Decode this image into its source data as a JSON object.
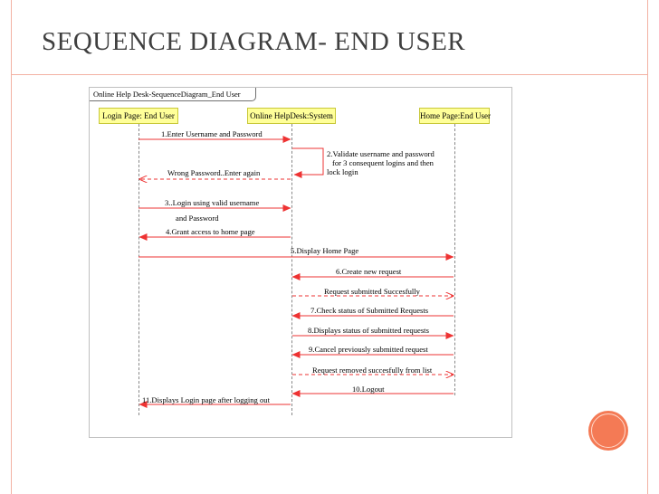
{
  "slide": {
    "title": "SEQUENCE DIAGRAM- END USER",
    "accent_color": "#f47a55",
    "rule_color": "#f3b2a3"
  },
  "diagram": {
    "frame_label": "Online Help Desk-SequenceDiagram_End User",
    "lifelines": [
      {
        "id": "login",
        "label": "Login Page: End User"
      },
      {
        "id": "system",
        "label": "Online HelpDesk:System"
      },
      {
        "id": "home",
        "label": "Home Page:End User"
      }
    ],
    "messages": [
      {
        "label": "1.Enter Username and Password",
        "from": "login",
        "to": "system",
        "style": "solid"
      },
      {
        "label": "2.Validate username and password",
        "label_line2": "for 3 consequent logins and then",
        "label_line3": "lock login",
        "from": "system",
        "to": "system",
        "style": "solid"
      },
      {
        "label": "Wrong Password..Enter again",
        "from": "system",
        "to": "login",
        "style": "dashed"
      },
      {
        "label": "3..Login using valid username",
        "label_line2": "and Password",
        "from": "login",
        "to": "system",
        "style": "solid"
      },
      {
        "label": "4.Grant access to home page",
        "from": "system",
        "to": "login",
        "style": "solid"
      },
      {
        "label": "5.Display Home Page",
        "from": "login",
        "to": "home",
        "style": "solid"
      },
      {
        "label": "6.Create new request",
        "from": "home",
        "to": "system",
        "style": "solid"
      },
      {
        "label": "Request submitted Succesfully",
        "from": "system",
        "to": "home",
        "style": "dashed"
      },
      {
        "label": "7.Check status of Submitted Requests",
        "from": "home",
        "to": "system",
        "style": "solid"
      },
      {
        "label": "8.Displays status of submitted requests",
        "from": "system",
        "to": "home",
        "style": "solid"
      },
      {
        "label": "9.Cancel previously submitted request",
        "from": "home",
        "to": "system",
        "style": "solid"
      },
      {
        "label": "Request removed succesfully from list",
        "from": "system",
        "to": "home",
        "style": "dashed"
      },
      {
        "label": "10.Logout",
        "from": "home",
        "to": "system",
        "style": "solid"
      },
      {
        "label": "11.Displays Login page after logging out",
        "from": "system",
        "to": "login",
        "style": "solid"
      }
    ],
    "arrow_color": "#ee3333"
  }
}
